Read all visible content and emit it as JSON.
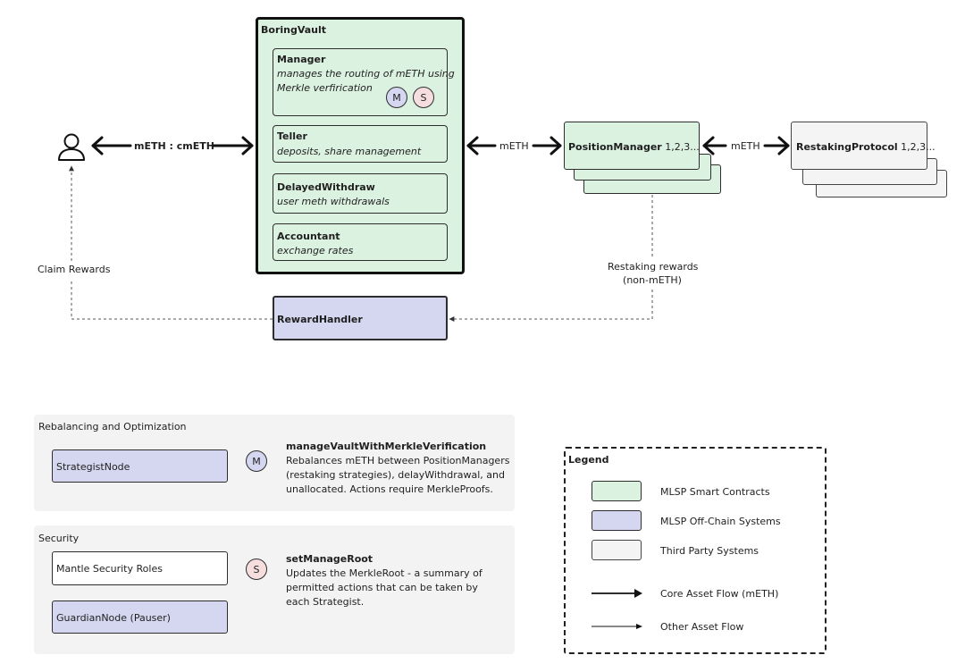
{
  "vault": {
    "title": "BoringVault",
    "manager": {
      "title": "Manager",
      "desc_line1": "manages the routing of mETH using",
      "desc_line2": "Merkle verfirication",
      "badge_m": "M",
      "badge_s": "S"
    },
    "teller": {
      "title": "Teller",
      "desc": "deposits, share management"
    },
    "delayed": {
      "title": "DelayedWithdraw",
      "desc": "user meth withdrawals"
    },
    "accountant": {
      "title": "Accountant",
      "desc": "exchange rates"
    }
  },
  "flow": {
    "user_vault_label": "mETH : cmETH",
    "vault_pm_label": "mETH",
    "pm_rp_label": "mETH",
    "claim_rewards": "Claim Rewards",
    "restaking_rewards_line1": "Restaking rewards",
    "restaking_rewards_line2": "(non-mETH)"
  },
  "position_manager": {
    "name": "PositionManager",
    "suffix": "1,2,3..."
  },
  "restaking_protocol": {
    "name": "RestakingProtocol",
    "suffix": "1,2,3..."
  },
  "reward_handler": {
    "name": "RewardHandler"
  },
  "rebalancing": {
    "title": "Rebalancing and Optimization",
    "node": "StrategistNode",
    "badge": "M",
    "fn_title": "manageVaultWithMerkleVerification",
    "fn_line1": "Rebalances mETH between PositionManagers",
    "fn_line2": "(restaking strategies), delayWithdrawal, and",
    "fn_line3": "unallocated. Actions require MerkleProofs."
  },
  "security": {
    "title": "Security",
    "roles": "Mantle Security Roles",
    "guardian": "GuardianNode (Pauser)",
    "badge": "S",
    "fn_title": "setManageRoot",
    "fn_line1": "Updates the MerkleRoot - a summary of",
    "fn_line2": "permitted actions that can be taken by",
    "fn_line3": "each Strategist."
  },
  "legend": {
    "title": "Legend",
    "smart_contracts": "MLSP Smart Contracts",
    "offchain": "MLSP Off-Chain Systems",
    "third_party": "Third Party Systems",
    "core_flow": "Core Asset Flow (mETH)",
    "other_flow": "Other Asset Flow"
  },
  "colors": {
    "smart_contract_fill": "#dcf2e1",
    "offchain_fill": "#d5d6f0",
    "third_party_fill": "#f4f4f4",
    "badge_s_fill": "#f7dede"
  }
}
